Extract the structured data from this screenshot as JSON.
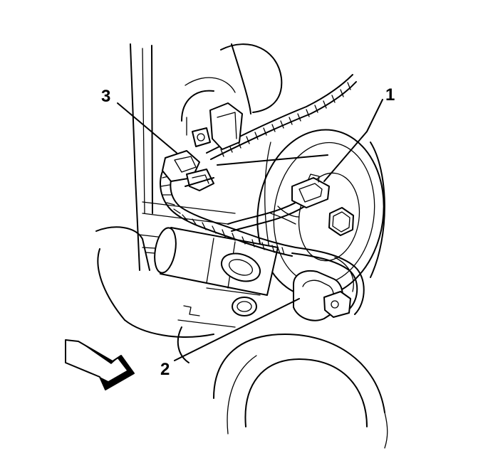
{
  "callouts": [
    {
      "id": "1",
      "label": "1"
    },
    {
      "id": "2",
      "label": "2"
    },
    {
      "id": "3",
      "label": "3"
    }
  ],
  "icons": {
    "view_arrow": "view-direction-arrow-icon"
  }
}
